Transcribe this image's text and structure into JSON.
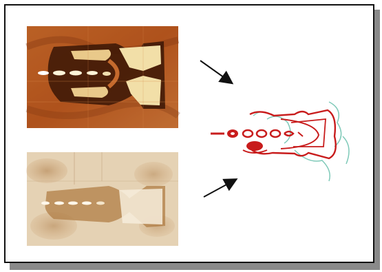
{
  "slide": {
    "background": "#ffffff",
    "border_color": "#111111",
    "shadow_color": "#8a8a8a"
  },
  "images": [
    {
      "name": "shroud-negative-photo",
      "dominant_color": "#b5561f",
      "highlight_color": "#f2dfa8",
      "outline_color": "#3a1606"
    },
    {
      "name": "shroud-photo",
      "dominant_color": "#ecdcc4",
      "stain_color": "#a8733c"
    },
    {
      "name": "tracing-overlay",
      "stroke_color": "#c81c1c",
      "secondary_stroke_color": "#7ec9b8"
    }
  ],
  "arrows": [
    {
      "name": "arrow-down-right",
      "color": "#111111"
    },
    {
      "name": "arrow-up-right",
      "color": "#111111"
    }
  ]
}
